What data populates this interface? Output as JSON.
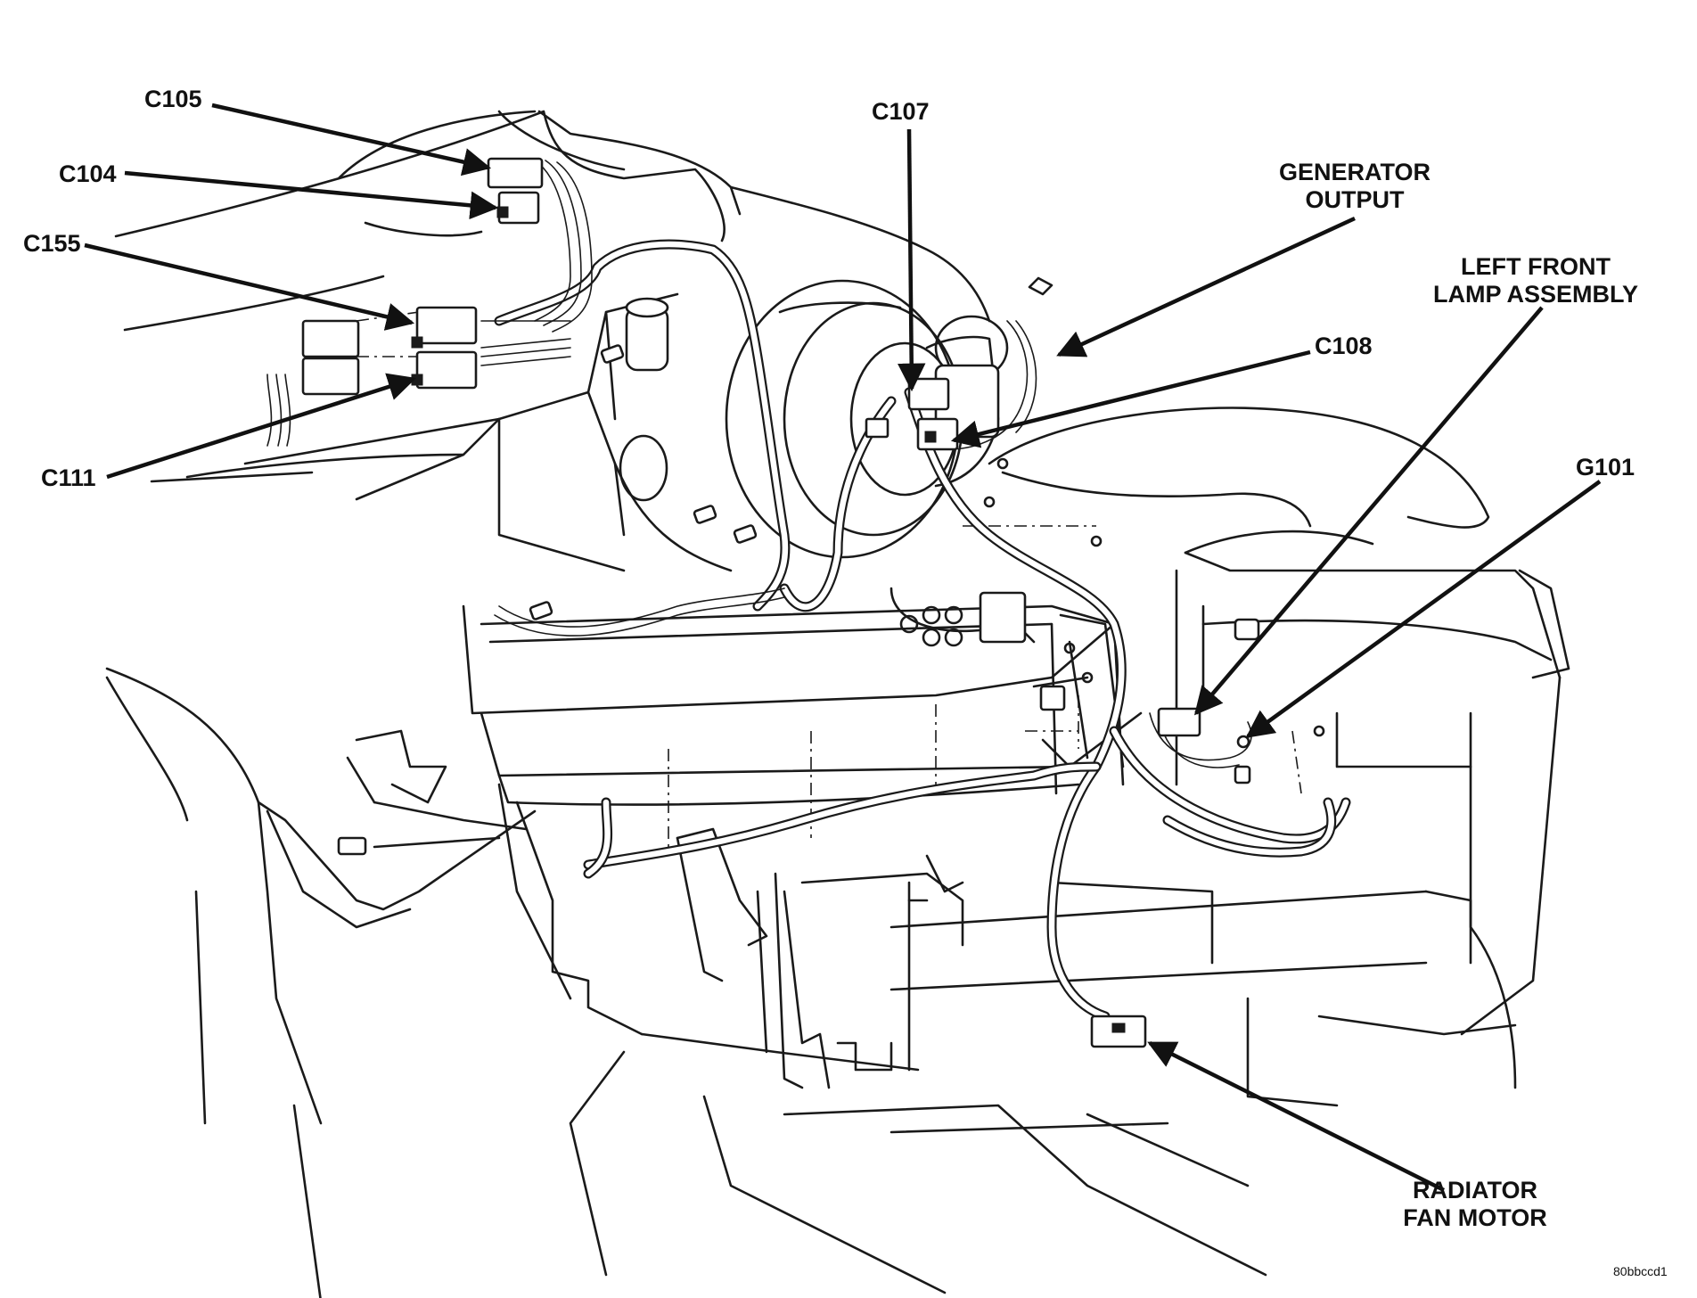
{
  "callouts": {
    "c105": "C105",
    "c104": "C104",
    "c155": "C155",
    "c111": "C111",
    "c107": "C107",
    "generator_output": "GENERATOR\nOUTPUT",
    "c108": "C108",
    "left_front_lamp_assembly": "LEFT FRONT\nLAMP ASSEMBLY",
    "g101": "G101",
    "radiator_fan_motor": "RADIATOR\nFAN MOTOR"
  },
  "figure_code": "80bbccd1"
}
